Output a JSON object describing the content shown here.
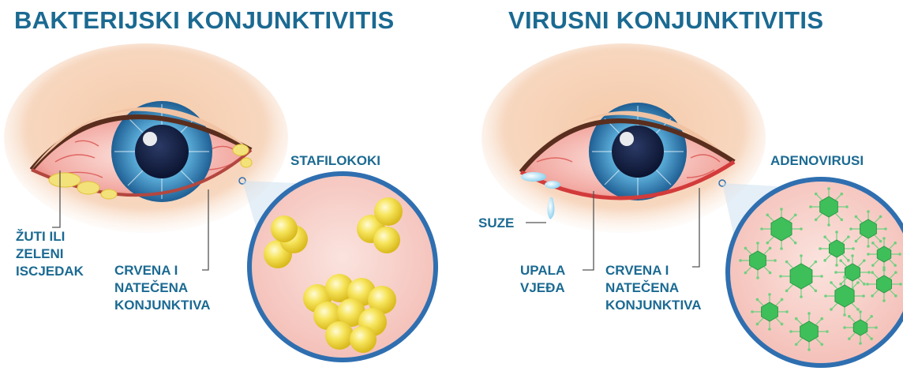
{
  "panels": {
    "bacterial": {
      "title": "BAKTERIJSKI KONJUNKTIVITIS",
      "pathogen_label": "STAFILOKOKI",
      "discharge_label": [
        "ŽUTI ILI",
        "ZELENI",
        "ISCJEDAK"
      ],
      "conjunctiva_label": [
        "CRVENA I",
        "NATEČENA",
        "KONJUNKTIVA"
      ]
    },
    "viral": {
      "title": "VIRUSNI KONJUNKTIVITIS",
      "pathogen_label": "ADENOVIRUSI",
      "tears_label": "SUZE",
      "eyelid_label": [
        "UPALA",
        "VJEĐA"
      ],
      "conjunctiva_label": [
        "CRVENA I",
        "NATEČENA",
        "KONJUNKTIVA"
      ]
    }
  },
  "colors": {
    "title_text": "#1b6a92",
    "magnifier_ring": "#2f6fb0",
    "magnifier_fill": "#f7cfc8",
    "bacteria_fill": "#f3e04a",
    "virus_fill": "#3fbf5a",
    "iris_fill": "#2f8fc4",
    "sclera_red": "#f08a86"
  },
  "icons": [
    "eye-illustration",
    "magnifier-circle",
    "staphylococcus-cluster",
    "adenovirus-particle",
    "tear-drop"
  ]
}
